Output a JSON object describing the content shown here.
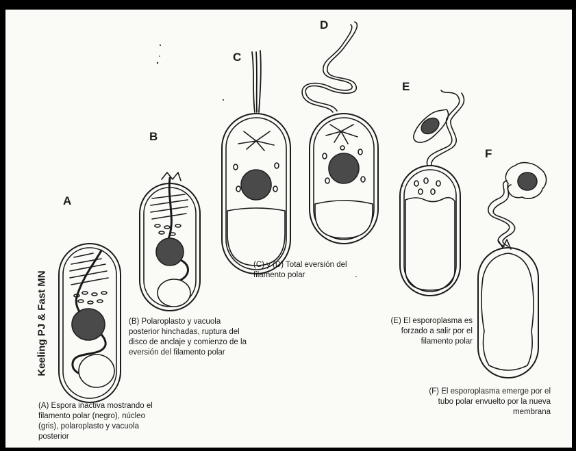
{
  "stages": {
    "A": {
      "letter": "A",
      "caption": "(A) Espora inactiva mostrando el\nfilamento polar (negro), núcleo\n(gris), polaroplasto y vacuola\nposterior"
    },
    "B": {
      "letter": "B",
      "caption": "(B) Polaroplasto y vacuola\nposterior hinchadas, ruptura del\ndisco de anclaje y comienzo de la\neversión del filamento polar"
    },
    "C": {
      "letter": "C"
    },
    "D": {
      "letter": "D"
    },
    "CD": {
      "caption": "(C) y (D) Total eversión del\nfilamento polar"
    },
    "E": {
      "letter": "E",
      "caption": "(E) El esporoplasma es\nforzado a salir por el\nfilamento polar"
    },
    "F": {
      "letter": "F",
      "caption": "(F) El esporoplasma emerge por el\ntubo polar envuelto por la nueva\nmembrana"
    }
  },
  "credit": "Keeling PJ & Fast MN",
  "colors": {
    "paper": "#fafaf7",
    "ink": "#1a1a1a",
    "nucleus": "#4a4a4a",
    "frame": "#000000"
  }
}
